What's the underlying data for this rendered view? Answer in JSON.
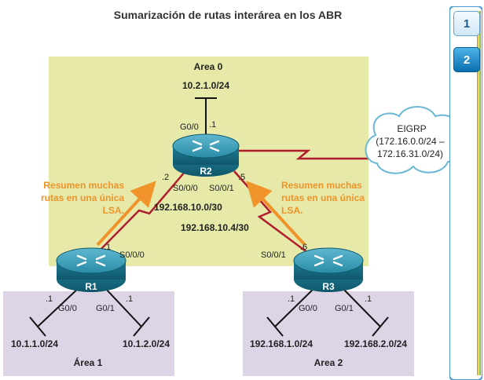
{
  "title": "Sumarización de rutas interárea en los ABR",
  "areas": {
    "area0": "Area 0",
    "area1": "Área 1",
    "area2": "Area 2"
  },
  "routers": {
    "r1": "R1",
    "r2": "R2",
    "r3": "R3"
  },
  "networks": {
    "r2_lan": "10.2.1.0/24",
    "r1_lan_a": "10.1.1.0/24",
    "r1_lan_b": "10.1.2.0/24",
    "r3_lan_a": "192.168.1.0/24",
    "r3_lan_b": "192.168.2.0/24",
    "link_r1_r2": "192.168.10.0/30",
    "link_r2_r3": "192.168.10.4/30"
  },
  "interfaces": {
    "r2_g00": "G0/0",
    "r2_g00_host": ".1",
    "r2_left_host": ".2",
    "r2_s000": "S0/0/0",
    "r2_right_host": ".5",
    "r2_s001": "S0/0/1",
    "r1_top_host": ".1",
    "r1_s000": "S0/0/0",
    "r1_g00_host": ".1",
    "r1_g00": "G0/0",
    "r1_g01": "G0/1",
    "r1_g01_host": ".1",
    "r3_s001": "S0/0/1",
    "r3_top_host": ".6",
    "r3_g00_host": ".1",
    "r3_g00": "G0/0",
    "r3_g01": "G0/1",
    "r3_g01_host": ".1"
  },
  "annotations": {
    "left": [
      "Resumen muchas",
      "rutas en una única",
      "LSA."
    ],
    "right": [
      "Resumen muchas",
      "rutas en una única",
      "LSA."
    ]
  },
  "cloud": {
    "lines": [
      "EIGRP",
      "(172.16.0.0/24 –",
      "172.16.31.0/24)"
    ]
  },
  "steps": [
    "1",
    "2"
  ],
  "colors": {
    "area0_fill": "#e6e9a8",
    "area12_fill": "#ddd4e6",
    "router_body": "#1e7e96",
    "serial_link": "#b01c2e",
    "arrow": "#f0932b",
    "annotation_text": "#f0932b"
  }
}
